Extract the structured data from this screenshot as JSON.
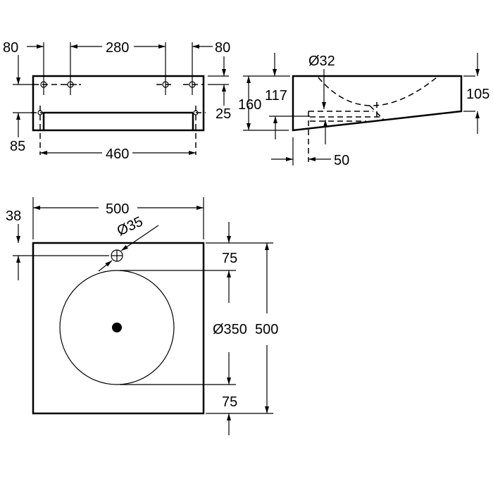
{
  "front_view": {
    "left_offset": "80",
    "hole_spacing": "280",
    "right_offset": "80",
    "hole_depth": "25",
    "bracket_height": "85",
    "bracket_spacing": "460"
  },
  "side_view": {
    "outlet_diameter": "Ø32",
    "total_height": "160",
    "outlet_height": "117",
    "front_height": "105",
    "outlet_offset": "50"
  },
  "top_view": {
    "width": "500",
    "depth": "500",
    "tap_hole_offset": "38",
    "tap_hole_diameter": "Ø35",
    "bowl_diameter": "Ø350",
    "bowl_top_margin": "75",
    "bowl_bottom_margin": "75"
  }
}
